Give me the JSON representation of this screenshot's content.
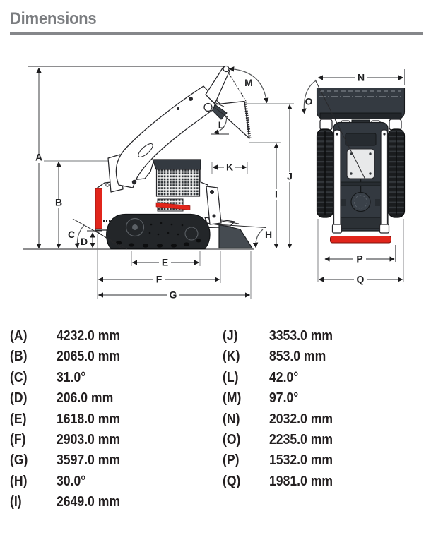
{
  "header": {
    "title": "Dimensions"
  },
  "diagram": {
    "labels": {
      "A": "A",
      "B": "B",
      "C": "C",
      "D": "D",
      "E": "E",
      "F": "F",
      "G": "G",
      "H": "H",
      "I": "I",
      "J": "J",
      "K": "K",
      "L": "L",
      "M": "M",
      "N": "N",
      "O": "O",
      "P": "P",
      "Q": "Q"
    }
  },
  "legend": {
    "left": [
      {
        "key": "(A)",
        "value": "4232.0 mm"
      },
      {
        "key": "(B)",
        "value": "2065.0 mm"
      },
      {
        "key": "(C)",
        "value": "31.0°"
      },
      {
        "key": "(D)",
        "value": "206.0 mm"
      },
      {
        "key": "(E)",
        "value": "1618.0 mm"
      },
      {
        "key": "(F)",
        "value": "2903.0 mm"
      },
      {
        "key": "(G)",
        "value": "3597.0 mm"
      },
      {
        "key": "(H)",
        "value": "30.0°"
      },
      {
        "key": "(I)",
        "value": "2649.0 mm"
      }
    ],
    "right": [
      {
        "key": "(J)",
        "value": "3353.0 mm"
      },
      {
        "key": "(K)",
        "value": "853.0 mm"
      },
      {
        "key": "(L)",
        "value": "42.0°"
      },
      {
        "key": "(M)",
        "value": "97.0°"
      },
      {
        "key": "(N)",
        "value": "2032.0 mm"
      },
      {
        "key": "(O)",
        "value": "2235.0 mm"
      },
      {
        "key": "(P)",
        "value": "1532.0 mm"
      },
      {
        "key": "(Q)",
        "value": "1981.0 mm"
      }
    ]
  },
  "colors": {
    "accent_red": "#e1251b",
    "title_gray": "#7b7d80",
    "ink": "#231f20",
    "machine_dark": "#343a41",
    "track_black": "#1b1d1f"
  }
}
